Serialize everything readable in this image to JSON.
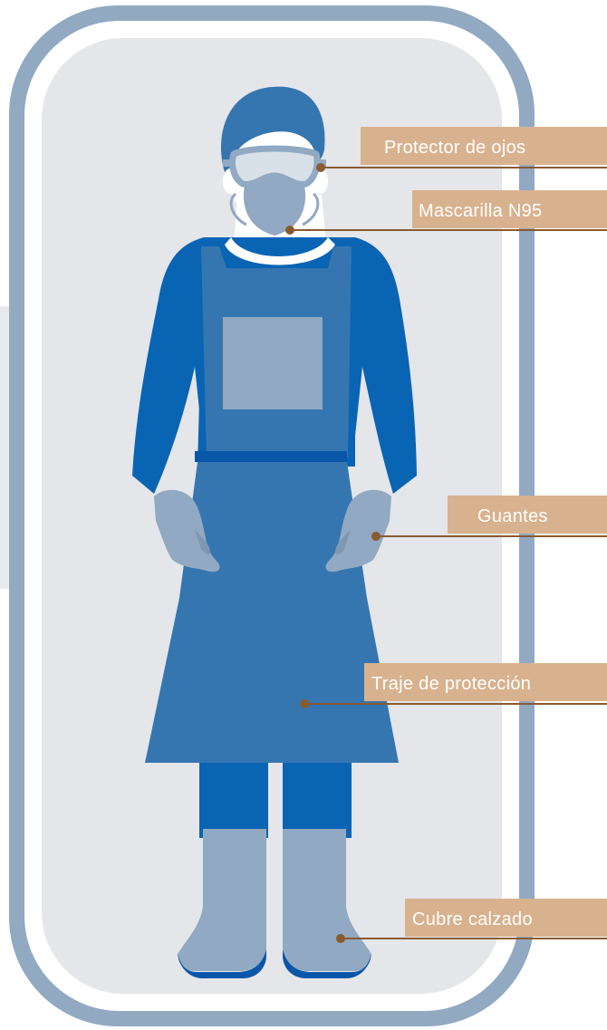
{
  "colors": {
    "frame": "#92a9c2",
    "frame_inner": "#ffffff",
    "panel": "#e4e6ea",
    "side_panel": "#e8e9ec",
    "sleeve_blue": "#0a64b4",
    "apron_blue": "#3676b0",
    "hair_blue": "#3676b0",
    "gray_blue": "#91a9c2",
    "boot_trim": "#0a56a8",
    "callout_tag": "#d8b28e",
    "callout_line": "#8a5a30",
    "callout_dot": "#8a5a30"
  },
  "callouts": [
    {
      "id": "eye-protector",
      "label": "Protector de ojos",
      "target_part": "goggles"
    },
    {
      "id": "n95-mask",
      "label": "Mascarilla N95",
      "target_part": "mask"
    },
    {
      "id": "gloves",
      "label": "Guantes",
      "target_part": "right-glove"
    },
    {
      "id": "protective-suit",
      "label": "Traje de protección",
      "target_part": "apron"
    },
    {
      "id": "shoe-covers",
      "label": "Cubre calzado",
      "target_part": "right-boot"
    }
  ]
}
